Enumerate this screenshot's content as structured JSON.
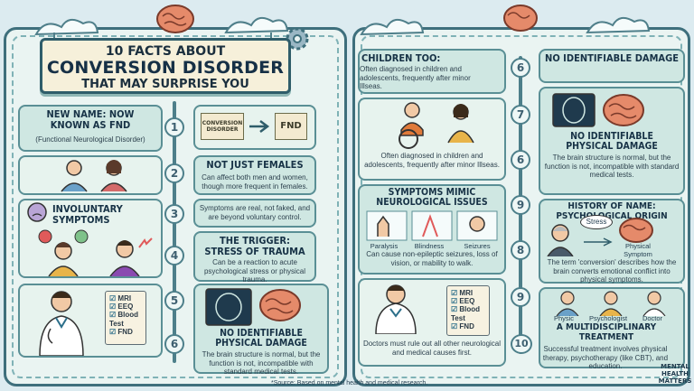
{
  "colors": {
    "background": "#dcebf0",
    "panel_border": "#3e6f7c",
    "card_fill": "#cfe7e2",
    "banner_fill": "#f6f0da",
    "brain": "#e58a6a"
  },
  "banner": {
    "line1": "10 FACTS ABOUT",
    "line2": "CONVERSION DISORDER",
    "line3": "THAT MAY SURPRISE YOU"
  },
  "left": {
    "facts": [
      {
        "number": "1",
        "title": "NEW NAME: NOW KNOWN AS FND",
        "body": "(Functional Neurological Disorder)",
        "diagram": {
          "from": "CONVERSION DISORDER",
          "to": "FND"
        }
      },
      {
        "number": "2",
        "title": "NOT JUST FEMALES",
        "body": "Can affect both men and women, though more frequent in females."
      },
      {
        "number": "3",
        "title": "INVOLUNTARY SYMPTOMS",
        "body": "Symptoms are real, not faked, and are beyond voluntary control."
      },
      {
        "number": "4",
        "title": "THE TRIGGER: STRESS OF TRAUMA",
        "body": "Can be a reaction to acute psychological stress or physical trauma."
      },
      {
        "number": "5",
        "title": "",
        "body": "",
        "checklist": [
          "MRI",
          "EEQ",
          "Blood Test",
          "FND"
        ]
      },
      {
        "number": "6",
        "title": "NO IDENTIFIABLE PHYSICAL DAMAGE",
        "body": "The brain structure is normal, but the function is not, incompatible with standard medical tests."
      }
    ]
  },
  "right": {
    "facts": [
      {
        "number": "6",
        "title": "CHILDREN TOO:",
        "body": "Often diagnosed in children and adolescents, frequently after minor Illseas."
      },
      {
        "number": "6",
        "title": "NO IDENTIFIABLE DAMAGE",
        "body": ""
      },
      {
        "number": "7",
        "title": "NO IDENTIFIABLE PHYSICAL DAMAGE",
        "body": "The brain structure is normal, but the function is not, incompatible with standard medical tests."
      },
      {
        "number": "6",
        "title": "",
        "body": "Often diagnosed in children and adolescents, frequently after minor Illseas."
      },
      {
        "number": "9",
        "title": "SYMPTOMS MIMIC NEUROLOGICAL ISSUES",
        "body": "Can cause non-epileptic seizures, loss of vision, or mability to walk.",
        "labels": [
          "Paralysis",
          "Blindness",
          "Seizures"
        ]
      },
      {
        "number": "9",
        "title": "HISTORY OF NAME: PSYCHOLOGICAL ORIGIN",
        "body": "The term 'conversion' describes how the brain converts emotional conflict into physical symptoms.",
        "bubble": "Stress",
        "arrow_label": "Physical Symptom"
      },
      {
        "number": "8",
        "title": "",
        "body": ""
      },
      {
        "number": "9",
        "title": "",
        "body": "Doctors must rule out all other neurological and medical causes first.",
        "checklist": [
          "MRI",
          "EEQ",
          "Blood Test",
          "FND"
        ]
      },
      {
        "number": "10",
        "title": "A MULTIDISCIPLINARY TREATMENT",
        "body": "Successful treatment involves physical therapy, psychotherapy (like CBT), and education.",
        "labels": [
          "Physic",
          "Psychologist",
          "Doctor"
        ]
      }
    ]
  },
  "footer": {
    "source": "*Source: Based on mental health and medical research.",
    "logo_lines": [
      "MENTAL",
      "HEALTH",
      "MATTERS"
    ]
  }
}
